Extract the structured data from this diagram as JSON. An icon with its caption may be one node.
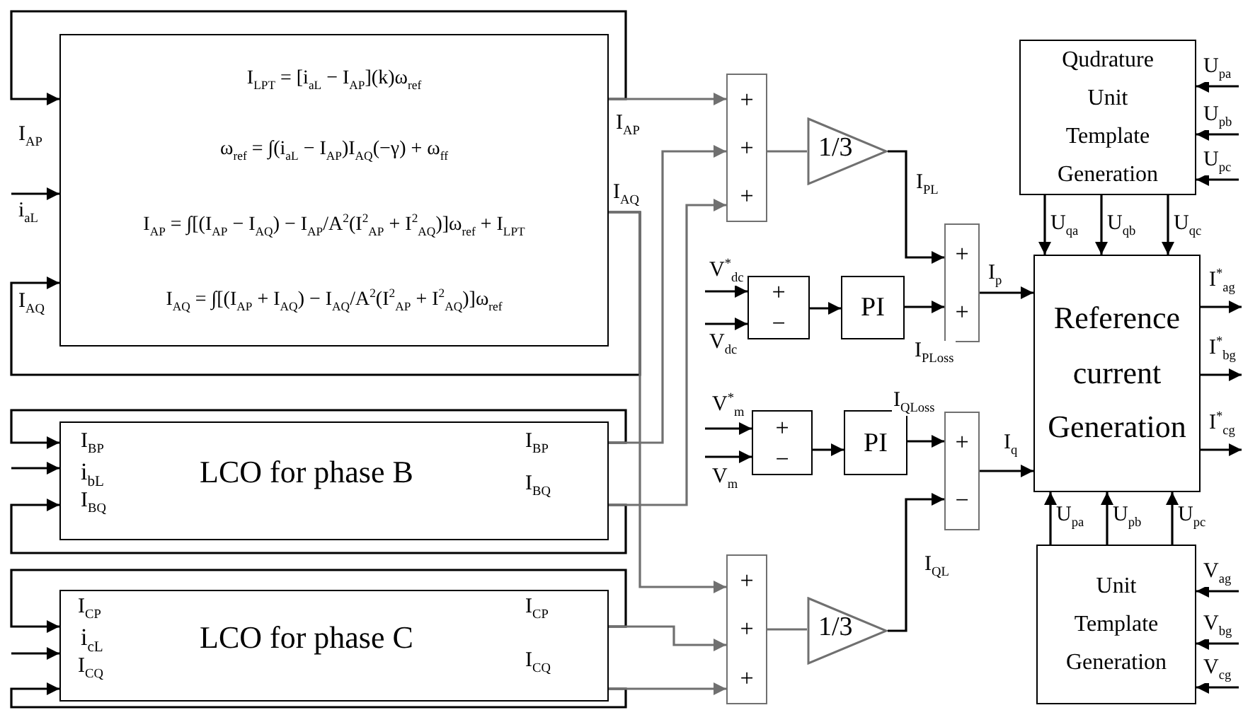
{
  "diagram": {
    "nodes": [
      {
        "text": [
          "I$_{LPT}$ = [i$_{aL}$ − I$_{AP}$](k)ω$_{ref}$",
          "ω$_{ref}$ = ∫(i$_{aL}$ − I$_{AP}$)I$_{AQ}$(−γ) + ω$_{ff}$",
          "I$_{AP}$ = ∫[(I$_{AP}$ − I$_{AQ}$) − I$_{AP}$/A$^{2}$(I$^{2}$$_{AP}$ + I$^{2}$$_{AQ}$)]ω$_{ref}$ + I$_{LPT}$",
          "I$_{AQ}$ = ∫[(I$_{AP}$ + I$_{AQ}$) − I$_{AQ}$/A$^{2}$(I$^{2}$$_{AP}$ + I$^{2}$$_{AQ}$)]ω$_{ref}$"
        ]
      },
      {
        "text": [
          "I$_{BP}$",
          "i$_{bL}$",
          "I$_{BQ}$",
          "LCO for phase B",
          "I$_{BP}$",
          "I$_{BQ}$"
        ]
      },
      {
        "text": [
          "I$_{CP}$",
          "i$_{cL}$",
          "I$_{CQ}$",
          "LCO for phase C",
          "I$_{CP}$",
          "I$_{CQ}$"
        ]
      },
      {
        "text": [
          "+",
          "+",
          "+"
        ]
      },
      {
        "text": [
          "1/3"
        ]
      },
      {
        "text": [
          "+",
          "−"
        ]
      },
      {
        "text": [
          "PI"
        ]
      },
      {
        "text": [
          "+",
          "+"
        ]
      },
      {
        "text": [
          "+",
          "−"
        ]
      },
      {
        "text": [
          "PI"
        ]
      },
      {
        "text": [
          "+",
          "−"
        ]
      },
      {
        "text": [
          "+",
          "+",
          "+"
        ]
      },
      {
        "text": [
          "1/3"
        ]
      },
      {
        "text": [
          "Qudrature Unit Template Generation"
        ]
      },
      {
        "text": [
          "Reference current Generation"
        ]
      },
      {
        "text": [
          "Unit Template Generation"
        ]
      }
    ],
    "edges": [
      {
        "from": 0,
        "to": 0,
        "arrow": "to",
        "label": "I$_{AP}$"
      },
      {
        "from": null,
        "to": 0,
        "arrow": "to",
        "label": "i$_{aL}$"
      },
      {
        "from": 0,
        "to": 0,
        "arrow": "to",
        "label": "I$_{AQ}$"
      },
      {
        "from": 0,
        "to": 3,
        "arrow": "to",
        "label": "I$_{AP}$",
        "color": "#707070"
      },
      {
        "from": 0,
        "to": 11,
        "arrow": "to",
        "label": "I$_{AQ}$",
        "color": "#707070"
      },
      {
        "from": 1,
        "to": 1,
        "arrow": "to"
      },
      {
        "from": null,
        "to": 1,
        "arrow": "to"
      },
      {
        "from": 1,
        "to": 1,
        "arrow": "to"
      },
      {
        "from": 1,
        "to": 3,
        "arrow": "to",
        "color": "#707070"
      },
      {
        "from": 1,
        "to": 3,
        "arrow": "to",
        "color": "#707070"
      },
      {
        "from": 2,
        "to": 2,
        "arrow": "to"
      },
      {
        "from": null,
        "to": 2,
        "arrow": "to"
      },
      {
        "from": 2,
        "to": 2,
        "arrow": "to"
      },
      {
        "from": 2,
        "to": 11,
        "arrow": "to",
        "color": "#707070"
      },
      {
        "from": 2,
        "to": 11,
        "arrow": "to",
        "color": "#707070"
      },
      {
        "from": 3,
        "to": 4,
        "arrow": "none",
        "color": "#707070"
      },
      {
        "from": 4,
        "to": 7,
        "arrow": "to",
        "label": "I$_{PL}$"
      },
      {
        "from": null,
        "to": 5,
        "arrow": "to",
        "label": "V$^{*}$$_{dc}$"
      },
      {
        "from": null,
        "to": 5,
        "arrow": "to",
        "label": "V$_{dc}$"
      },
      {
        "from": 5,
        "to": 6,
        "arrow": "to"
      },
      {
        "from": 6,
        "to": 7,
        "arrow": "to",
        "label": "I$_{PLoss}$"
      },
      {
        "from": 7,
        "to": 14,
        "arrow": "to",
        "label": "I$_{p}$"
      },
      {
        "from": null,
        "to": 8,
        "arrow": "to",
        "label": "V$^{*}$$_{m}$"
      },
      {
        "from": null,
        "to": 8,
        "arrow": "to",
        "label": "V$_{m}$"
      },
      {
        "from": 8,
        "to": 9,
        "arrow": "to"
      },
      {
        "from": 9,
        "to": 10,
        "arrow": "to",
        "label": "I$_{QLoss}$"
      },
      {
        "from": 11,
        "to": 12,
        "arrow": "none",
        "color": "#707070"
      },
      {
        "from": 12,
        "to": 10,
        "arrow": "to",
        "label": "I$_{QL}$"
      },
      {
        "from": 10,
        "to": 14,
        "arrow": "to",
        "label": "I$_{q}$"
      },
      {
        "from": null,
        "to": 13,
        "arrow": "to",
        "label": "U$_{pa}$"
      },
      {
        "from": null,
        "to": 13,
        "arrow": "to",
        "label": "U$_{pb}$"
      },
      {
        "from": null,
        "to": 13,
        "arrow": "to",
        "label": "U$_{pc}$"
      },
      {
        "from": 13,
        "to": 14,
        "arrow": "to",
        "label": "U$_{qa}$"
      },
      {
        "from": 13,
        "to": 14,
        "arrow": "to",
        "label": "U$_{qb}$"
      },
      {
        "from": 13,
        "to": 14,
        "arrow": "to",
        "label": "U$_{qc}$"
      },
      {
        "from": 15,
        "to": 14,
        "arrow": "to",
        "label": "U$_{pa}$"
      },
      {
        "from": 15,
        "to": 14,
        "arrow": "to",
        "label": "U$_{pb}$"
      },
      {
        "from": 15,
        "to": 14,
        "arrow": "to",
        "label": "U$_{pc}$"
      },
      {
        "from": null,
        "to": 15,
        "arrow": "to",
        "label": "V$_{ag}$"
      },
      {
        "from": null,
        "to": 15,
        "arrow": "to",
        "label": "V$_{bg}$"
      },
      {
        "from": null,
        "to": 15,
        "arrow": "to",
        "label": "V$_{cg}$"
      },
      {
        "from": 14,
        "to": null,
        "arrow": "to",
        "label": "I$^{*}$$_{ag}$"
      },
      {
        "from": 14,
        "to": null,
        "arrow": "to",
        "label": "I$^{*}$$_{bg}$"
      },
      {
        "from": 14,
        "to": null,
        "arrow": "to",
        "label": "I$^{*}$$_{cg}$"
      }
    ]
  }
}
